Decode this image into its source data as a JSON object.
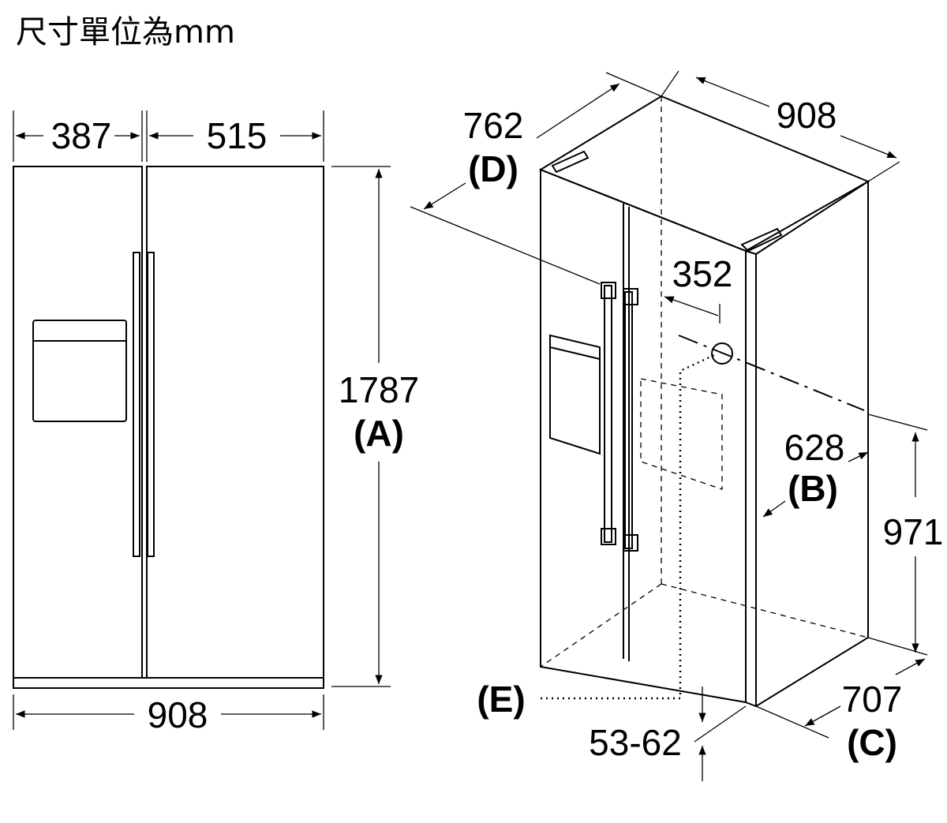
{
  "title": "尺寸單位為mm",
  "front_view": {
    "width_left": "387",
    "width_right": "515",
    "height": "1787",
    "height_label": "(A)",
    "total_width": "908"
  },
  "iso_view": {
    "depth": "762",
    "depth_label": "(D)",
    "width": "908",
    "water_offset": "352",
    "side_depth": "628",
    "side_depth_label": "(B)",
    "water_height": "971",
    "door_open_depth": "707",
    "door_open_label": "(C)",
    "water_connection_label": "(E)",
    "feet_height": "53-62"
  }
}
